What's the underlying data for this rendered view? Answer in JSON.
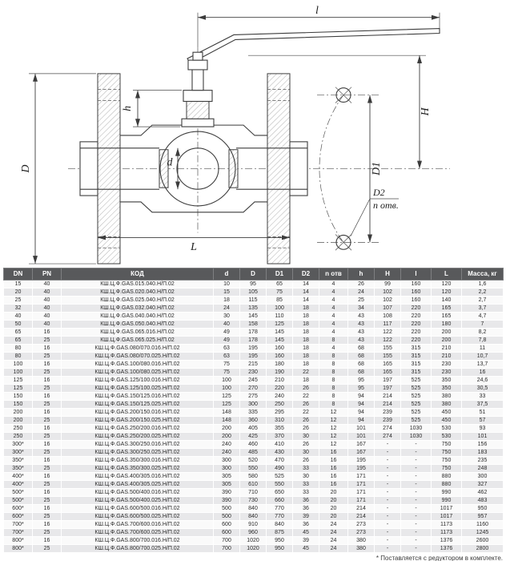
{
  "drawing": {
    "labels": {
      "l": "l",
      "H": "H",
      "D1": "D1",
      "D": "D",
      "d": "d",
      "h": "h",
      "L": "L",
      "D2": "D2",
      "n_otv": "n отв."
    }
  },
  "table": {
    "headers": [
      "DN",
      "PN",
      "КОД",
      "d",
      "D",
      "D1",
      "D2",
      "n отв",
      "h",
      "H",
      "l",
      "L",
      "Масса, кг"
    ],
    "rows": [
      [
        "15",
        "40",
        "КШ.Ц.Ф.GAS.015.040.Н/П.02",
        "10",
        "95",
        "65",
        "14",
        "4",
        "26",
        "99",
        "160",
        "120",
        "1,6"
      ],
      [
        "20",
        "40",
        "КШ.Ц.Ф.GAS.020.040.Н/П.02",
        "15",
        "105",
        "75",
        "14",
        "4",
        "24",
        "102",
        "160",
        "120",
        "2,2"
      ],
      [
        "25",
        "40",
        "КШ.Ц.Ф.GAS.025.040.Н/П.02",
        "18",
        "115",
        "85",
        "14",
        "4",
        "25",
        "102",
        "160",
        "140",
        "2,7"
      ],
      [
        "32",
        "40",
        "КШ.Ц.Ф.GAS.032.040.Н/П.02",
        "24",
        "135",
        "100",
        "18",
        "4",
        "34",
        "107",
        "220",
        "165",
        "3,7"
      ],
      [
        "40",
        "40",
        "КШ.Ц.Ф.GAS.040.040.Н/П.02",
        "30",
        "145",
        "110",
        "18",
        "4",
        "43",
        "108",
        "220",
        "165",
        "4,7"
      ],
      [
        "50",
        "40",
        "КШ.Ц.Ф.GAS.050.040.Н/П.02",
        "40",
        "158",
        "125",
        "18",
        "4",
        "43",
        "117",
        "220",
        "180",
        "7"
      ],
      [
        "65",
        "16",
        "КШ.Ц.Ф.GAS.065.016.Н/П.02",
        "49",
        "178",
        "145",
        "18",
        "4",
        "43",
        "122",
        "220",
        "200",
        "8,2"
      ],
      [
        "65",
        "25",
        "КШ.Ц.Ф.GAS.065.025.Н/П.02",
        "49",
        "178",
        "145",
        "18",
        "8",
        "43",
        "122",
        "220",
        "200",
        "7,8"
      ],
      [
        "80",
        "16",
        "КШ.Ц.Ф.GAS.080/070.016.Н/П.02",
        "63",
        "195",
        "160",
        "18",
        "4",
        "68",
        "155",
        "315",
        "210",
        "11"
      ],
      [
        "80",
        "25",
        "КШ.Ц.Ф.GAS.080/070.025.Н/П.02",
        "63",
        "195",
        "160",
        "18",
        "8",
        "68",
        "155",
        "315",
        "210",
        "10,7"
      ],
      [
        "100",
        "16",
        "КШ.Ц.Ф.GAS.100/080.016.Н/П.02",
        "75",
        "215",
        "180",
        "18",
        "8",
        "68",
        "165",
        "315",
        "230",
        "13,7"
      ],
      [
        "100",
        "25",
        "КШ.Ц.Ф.GAS.100/080.025.Н/П.02",
        "75",
        "230",
        "190",
        "22",
        "8",
        "68",
        "165",
        "315",
        "230",
        "16"
      ],
      [
        "125",
        "16",
        "КШ.Ц.Ф.GAS.125/100.016.Н/П.02",
        "100",
        "245",
        "210",
        "18",
        "8",
        "95",
        "197",
        "525",
        "350",
        "24,6"
      ],
      [
        "125",
        "25",
        "КШ.Ц.Ф.GAS.125/100.025.Н/П.02",
        "100",
        "270",
        "220",
        "26",
        "8",
        "95",
        "197",
        "525",
        "350",
        "30,5"
      ],
      [
        "150",
        "16",
        "КШ.Ц.Ф.GAS.150/125.016.Н/П.02",
        "125",
        "275",
        "240",
        "22",
        "8",
        "94",
        "214",
        "525",
        "380",
        "33"
      ],
      [
        "150",
        "25",
        "КШ.Ц.Ф.GAS.150/125.025.Н/П.02",
        "125",
        "300",
        "250",
        "26",
        "8",
        "94",
        "214",
        "525",
        "380",
        "37,5"
      ],
      [
        "200",
        "16",
        "КШ.Ц.Ф.GAS.200/150.016.Н/П.02",
        "148",
        "335",
        "295",
        "22",
        "12",
        "94",
        "239",
        "525",
        "450",
        "51"
      ],
      [
        "200",
        "25",
        "КШ.Ц.Ф.GAS.200/150.025.Н/П.02",
        "148",
        "360",
        "310",
        "26",
        "12",
        "94",
        "239",
        "525",
        "450",
        "57"
      ],
      [
        "250",
        "16",
        "КШ.Ц.Ф.GAS.250/200.016.Н/П.02",
        "200",
        "405",
        "355",
        "26",
        "12",
        "101",
        "274",
        "1030",
        "530",
        "93"
      ],
      [
        "250",
        "25",
        "КШ.Ц.Ф.GAS.250/200.025.Н/П.02",
        "200",
        "425",
        "370",
        "30",
        "12",
        "101",
        "274",
        "1030",
        "530",
        "101"
      ],
      [
        "300*",
        "16",
        "КШ.Ц.Ф.GAS.300/250.016.Н/П.02",
        "240",
        "460",
        "410",
        "26",
        "12",
        "167",
        "-",
        "-",
        "750",
        "156"
      ],
      [
        "300*",
        "25",
        "КШ.Ц.Ф.GAS.300/250.025.Н/П.02",
        "240",
        "485",
        "430",
        "30",
        "16",
        "167",
        "-",
        "-",
        "750",
        "183"
      ],
      [
        "350*",
        "16",
        "КШ.Ц.Ф.GAS.350/300.016.Н/П.02",
        "300",
        "520",
        "470",
        "26",
        "16",
        "195",
        "-",
        "-",
        "750",
        "235"
      ],
      [
        "350*",
        "25",
        "КШ.Ц.Ф.GAS.350/300.025.Н/П.02",
        "300",
        "550",
        "490",
        "33",
        "16",
        "195",
        "-",
        "-",
        "750",
        "248"
      ],
      [
        "400*",
        "16",
        "КШ.Ц.Ф.GAS.400/305.016.Н/П.02",
        "305",
        "580",
        "525",
        "30",
        "16",
        "171",
        "-",
        "-",
        "880",
        "300"
      ],
      [
        "400*",
        "25",
        "КШ.Ц.Ф.GAS.400/305.025.Н/П.02",
        "305",
        "610",
        "550",
        "33",
        "16",
        "171",
        "-",
        "-",
        "880",
        "327"
      ],
      [
        "500*",
        "16",
        "КШ.Ц.Ф.GAS.500/400.016.Н/П.02",
        "390",
        "710",
        "650",
        "33",
        "20",
        "171",
        "-",
        "-",
        "990",
        "462"
      ],
      [
        "500*",
        "25",
        "КШ.Ц.Ф.GAS.500/400.025.Н/П.02",
        "390",
        "730",
        "660",
        "36",
        "20",
        "171",
        "-",
        "-",
        "990",
        "483"
      ],
      [
        "600*",
        "16",
        "КШ.Ц.Ф.GAS.600/500.016.Н/П.02",
        "500",
        "840",
        "770",
        "36",
        "20",
        "214",
        "-",
        "-",
        "1017",
        "950"
      ],
      [
        "600*",
        "25",
        "КШ.Ц.Ф.GAS.600/500.025.Н/П.02",
        "500",
        "840",
        "770",
        "39",
        "20",
        "214",
        "-",
        "-",
        "1017",
        "957"
      ],
      [
        "700*",
        "16",
        "КШ.Ц.Ф.GAS.700/600.016.Н/П.02",
        "600",
        "910",
        "840",
        "36",
        "24",
        "273",
        "-",
        "-",
        "1173",
        "1160"
      ],
      [
        "700*",
        "25",
        "КШ.Ц.Ф.GAS.700/600.025.Н/П.02",
        "600",
        "960",
        "875",
        "45",
        "24",
        "273",
        "-",
        "-",
        "1173",
        "1245"
      ],
      [
        "800*",
        "16",
        "КШ.Ц.Ф.GAS.800/700.016.Н/П.02",
        "700",
        "1020",
        "950",
        "39",
        "24",
        "380",
        "-",
        "-",
        "1376",
        "2600"
      ],
      [
        "800*",
        "25",
        "КШ.Ц.Ф.GAS.800/700.025.Н/П.02",
        "700",
        "1020",
        "950",
        "45",
        "24",
        "380",
        "-",
        "-",
        "1376",
        "2800"
      ]
    ]
  },
  "footnote": "* Поставляется с редуктором в комплекте."
}
